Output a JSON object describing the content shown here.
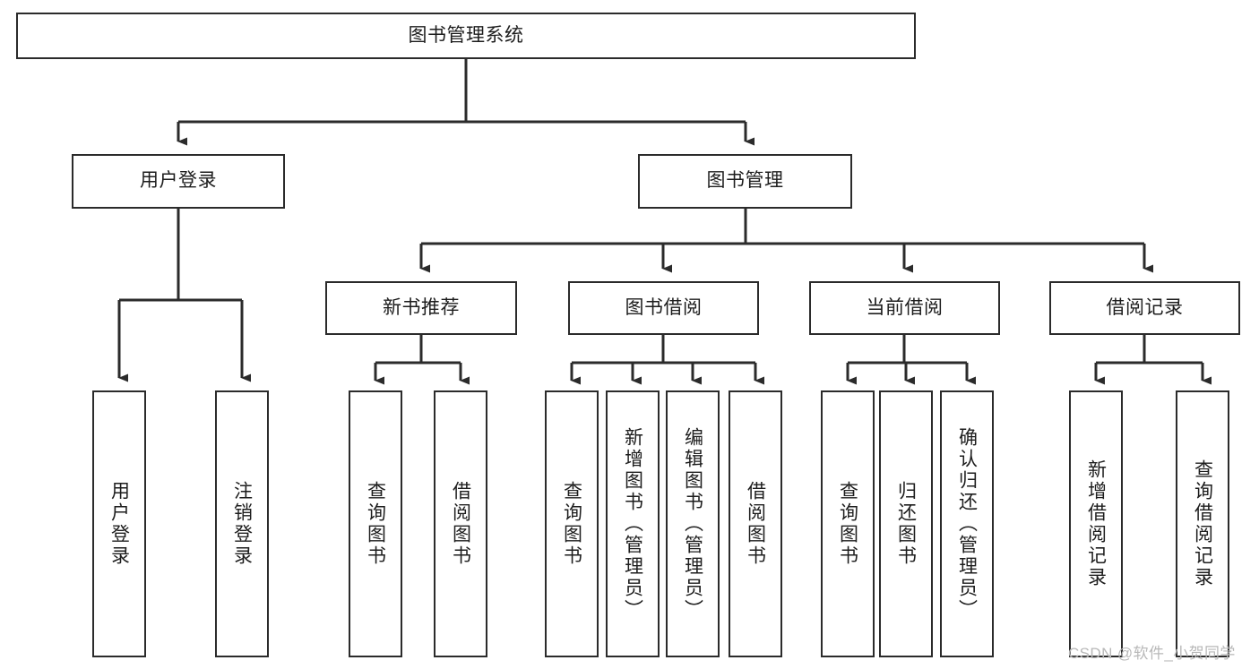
{
  "diagram": {
    "type": "tree-hierarchy",
    "title": "图书管理系统",
    "watermark": "CSDN @软件_小贺同学",
    "colors": {
      "box_border": "#2b2b2b",
      "box_fill": "#ffffff",
      "connector": "#2b2b2b",
      "text": "#1d1d1d",
      "watermark": "#b8b8b8",
      "background": "#ffffff"
    },
    "nodes": {
      "root": {
        "label": "图书管理系统",
        "orientation": "horizontal"
      },
      "level1": [
        {
          "id": "user-login",
          "label": "用户登录",
          "orientation": "horizontal"
        },
        {
          "id": "book-management",
          "label": "图书管理",
          "orientation": "horizontal"
        }
      ],
      "level2": [
        {
          "id": "new-book-recommend",
          "label": "新书推荐",
          "orientation": "horizontal"
        },
        {
          "id": "book-borrow",
          "label": "图书借阅",
          "orientation": "horizontal"
        },
        {
          "id": "current-borrow",
          "label": "当前借阅",
          "orientation": "horizontal"
        },
        {
          "id": "borrow-record",
          "label": "借阅记录",
          "orientation": "horizontal"
        }
      ],
      "leaves": [
        {
          "id": "leaf-user-login",
          "label": "用户登录",
          "parent": "user-login",
          "orientation": "vertical"
        },
        {
          "id": "leaf-logout-login",
          "label": "注销登录",
          "parent": "user-login",
          "orientation": "vertical"
        },
        {
          "id": "leaf-query-book-1",
          "label": "查询图书",
          "parent": "new-book-recommend",
          "orientation": "vertical"
        },
        {
          "id": "leaf-borrow-book-1",
          "label": "借阅图书",
          "parent": "new-book-recommend",
          "orientation": "vertical"
        },
        {
          "id": "leaf-query-book-2",
          "label": "查询图书",
          "parent": "book-borrow",
          "orientation": "vertical"
        },
        {
          "id": "leaf-add-book",
          "label": "新增图书（管理员）",
          "parent": "book-borrow",
          "orientation": "vertical"
        },
        {
          "id": "leaf-edit-book",
          "label": "编辑图书（管理员）",
          "parent": "book-borrow",
          "orientation": "vertical"
        },
        {
          "id": "leaf-borrow-book-2",
          "label": "借阅图书",
          "parent": "book-borrow",
          "orientation": "vertical"
        },
        {
          "id": "leaf-query-book-3",
          "label": "查询图书",
          "parent": "current-borrow",
          "orientation": "vertical"
        },
        {
          "id": "leaf-return-book",
          "label": "归还图书",
          "parent": "current-borrow",
          "orientation": "vertical"
        },
        {
          "id": "leaf-confirm-return",
          "label": "确认归还（管理员）",
          "parent": "current-borrow",
          "orientation": "vertical"
        },
        {
          "id": "leaf-add-record",
          "label": "新增借阅记录",
          "parent": "borrow-record",
          "orientation": "vertical"
        },
        {
          "id": "leaf-query-record",
          "label": "查询借阅记录",
          "parent": "borrow-record",
          "orientation": "vertical"
        }
      ]
    },
    "edges": [
      {
        "from": "图书管理系统",
        "to": "用户登录"
      },
      {
        "from": "图书管理系统",
        "to": "图书管理"
      },
      {
        "from": "图书管理",
        "to": "新书推荐"
      },
      {
        "from": "图书管理",
        "to": "图书借阅"
      },
      {
        "from": "图书管理",
        "to": "当前借阅"
      },
      {
        "from": "图书管理",
        "to": "借阅记录"
      },
      {
        "from": "用户登录",
        "to": "用户登录"
      },
      {
        "from": "用户登录",
        "to": "注销登录"
      },
      {
        "from": "新书推荐",
        "to": "查询图书"
      },
      {
        "from": "新书推荐",
        "to": "借阅图书"
      },
      {
        "from": "图书借阅",
        "to": "查询图书"
      },
      {
        "from": "图书借阅",
        "to": "新增图书（管理员）"
      },
      {
        "from": "图书借阅",
        "to": "编辑图书（管理员）"
      },
      {
        "from": "图书借阅",
        "to": "借阅图书"
      },
      {
        "from": "当前借阅",
        "to": "查询图书"
      },
      {
        "from": "当前借阅",
        "to": "归还图书"
      },
      {
        "from": "当前借阅",
        "to": "确认归还（管理员）"
      },
      {
        "from": "借阅记录",
        "to": "新增借阅记录"
      },
      {
        "from": "借阅记录",
        "to": "查询借阅记录"
      }
    ]
  }
}
